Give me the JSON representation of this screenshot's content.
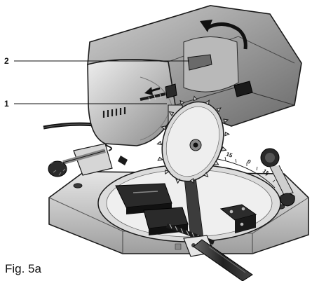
{
  "figure": {
    "caption": "Fig. 5a",
    "callouts": [
      {
        "label": "1"
      },
      {
        "label": "2"
      }
    ],
    "angle_scale": {
      "marks": [
        "15",
        "0",
        "15"
      ]
    },
    "colors": {
      "body_light": "#d9d9d9",
      "body_mid": "#a9a9a9",
      "body_dark": "#5a5a5a",
      "outline": "#1a1a1a",
      "black_parts": "#222222"
    },
    "icons": [
      "arrow-up-curved-icon",
      "arrow-left-icon",
      "saw-blade-icon"
    ]
  }
}
